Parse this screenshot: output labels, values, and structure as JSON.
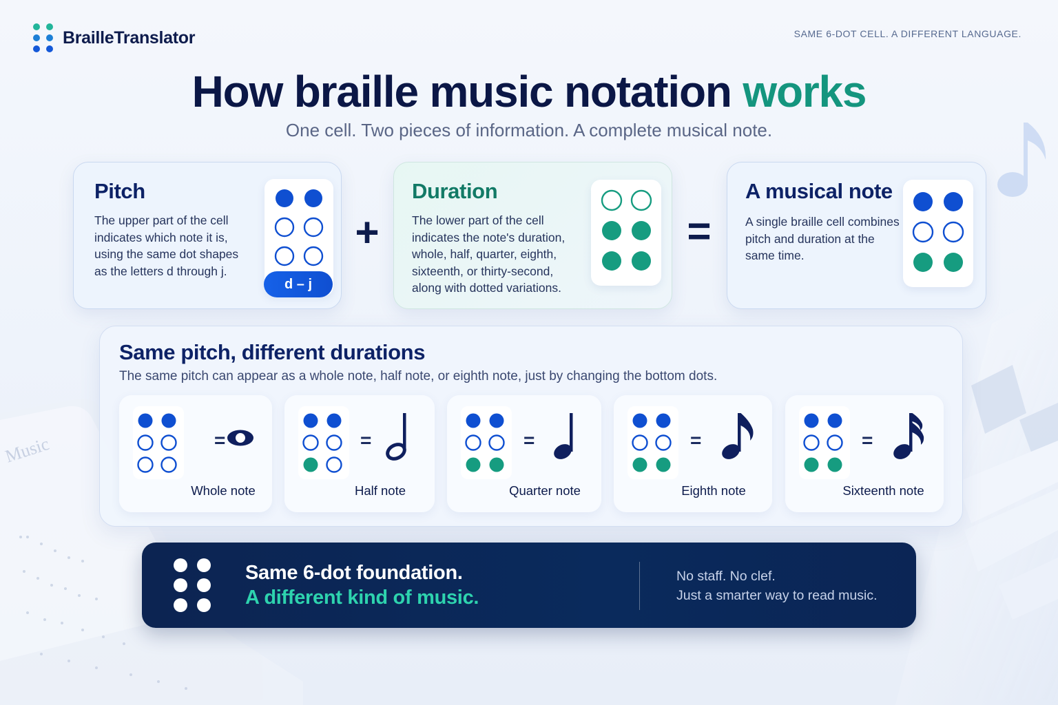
{
  "colors": {
    "navy": "#0d1b4c",
    "blue_dot": "#0f4fd1",
    "teal_dot": "#169c80",
    "accent_teal": "#14957e",
    "banner_bg": "#0c2452",
    "banner_accent": "#2ed3ae"
  },
  "header": {
    "brand": "BrailleTranslator",
    "tagline": "SAME 6-DOT CELL. A DIFFERENT LANGUAGE."
  },
  "hero": {
    "title_main": "How braille music notation ",
    "title_accent": "works",
    "subtitle": "One cell. Two pieces of information. A complete musical note."
  },
  "cards": {
    "pitch": {
      "title": "Pitch",
      "body": "The upper part of the cell indicates which note it is, using the same dot shapes as the letters d through j.",
      "pill": "d – j",
      "dots": [
        "blue",
        "blue",
        "empty",
        "empty",
        "empty",
        "empty"
      ]
    },
    "plus": "+",
    "duration": {
      "title": "Duration",
      "body": "The lower part of the cell indicates the note's duration, whole, half, quarter, eighth, sixteenth, or thirty-second, along with dotted variations.",
      "dots": [
        "empty-teal",
        "empty-teal",
        "teal",
        "teal",
        "teal",
        "teal"
      ]
    },
    "equals": "=",
    "note": {
      "title": "A musical note",
      "body": "A single braille cell combines pitch and duration at the same time.",
      "dots": [
        "blue",
        "blue",
        "empty",
        "empty",
        "teal",
        "teal"
      ]
    }
  },
  "examples": {
    "title": "Same pitch, different durations",
    "description": "The same pitch can appear as a whole note, half note, or eighth note, just by changing the bottom dots.",
    "equals": "=",
    "items": [
      {
        "label": "Whole note",
        "symbol": "whole-note-icon",
        "dots": [
          "blue",
          "blue",
          "empty",
          "empty",
          "empty",
          "empty"
        ]
      },
      {
        "label": "Half note",
        "symbol": "half-note-icon",
        "dots": [
          "blue",
          "blue",
          "empty",
          "empty",
          "teal",
          "empty"
        ]
      },
      {
        "label": "Quarter note",
        "symbol": "quarter-note-icon",
        "dots": [
          "blue",
          "blue",
          "empty",
          "empty",
          "teal",
          "teal"
        ]
      },
      {
        "label": "Eighth note",
        "symbol": "eighth-note-icon",
        "dots": [
          "blue",
          "blue",
          "empty",
          "empty",
          "teal",
          "teal"
        ]
      },
      {
        "label": "Sixteenth note",
        "symbol": "sixteenth-note-icon",
        "dots": [
          "blue",
          "blue",
          "empty",
          "empty",
          "teal",
          "teal"
        ]
      }
    ]
  },
  "banner": {
    "line1": "Same 6-dot foundation.",
    "line2": "A different kind of music.",
    "right_line1": "No staff. No clef.",
    "right_line2": "Just a smarter way to read music."
  },
  "decorations": {
    "book_label": "Music"
  }
}
